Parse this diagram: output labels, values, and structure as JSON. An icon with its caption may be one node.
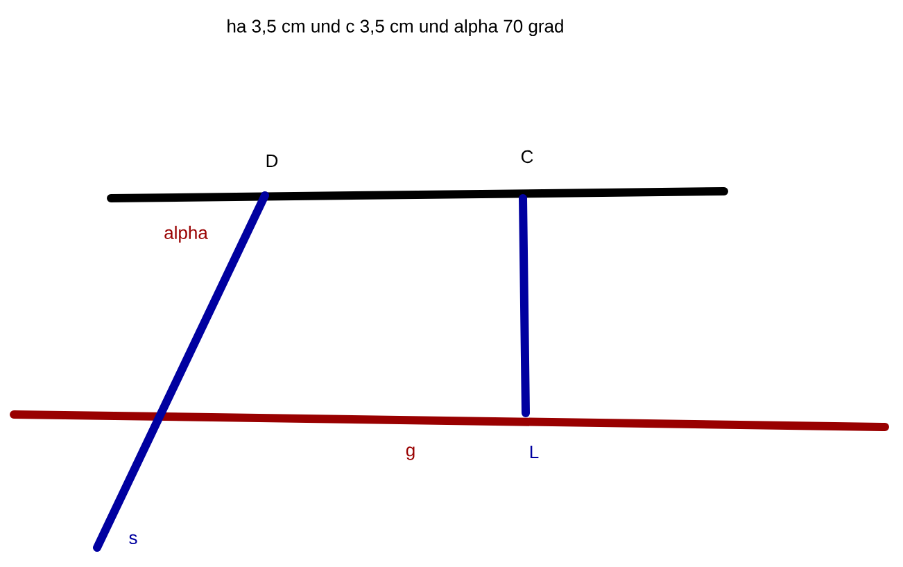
{
  "diagram": {
    "title": "ha 3,5 cm und c 3,5 cm und alpha 70 grad",
    "labels": [
      "D",
      "C",
      "alpha",
      "g",
      "L",
      "s"
    ]
  }
}
